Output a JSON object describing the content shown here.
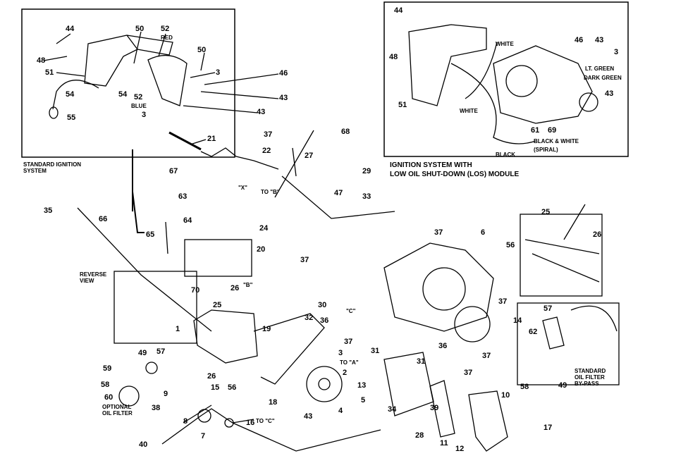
{
  "captions": {
    "standard_ignition": "STANDARD IGNITION\nSYSTEM",
    "los_ignition": "IGNITION SYSTEM WITH\nLOW OIL SHUT-DOWN (LOS) MODULE",
    "reverse_view": "REVERSE\nVIEW",
    "optional_oil_filter": "OPTIONAL\nOIL FILTER",
    "standard_oil_filter_bypass": "STANDARD\nOIL FILTER\nBY-PASS"
  },
  "labels": [
    "44",
    "48",
    "51",
    "50",
    "52",
    "RED",
    "50",
    "3",
    "46",
    "43",
    "54",
    "54",
    "52",
    "BLUE",
    "55",
    "3",
    "43",
    "21",
    "22",
    "37",
    "68",
    "27",
    "29",
    "67",
    "63",
    "47",
    "35",
    "66",
    "65",
    "64",
    "24",
    "33",
    "37",
    "6",
    "20",
    "37",
    "26",
    "25",
    "19",
    "70",
    "1",
    "32",
    "36",
    "30",
    "37",
    "\"C\"",
    "37",
    "14",
    "36",
    "37",
    "31",
    "31",
    "37",
    "3",
    "TO \"A\"",
    "2",
    "13",
    "5",
    "4",
    "43",
    "18",
    "TO \"C\"",
    "16",
    "56",
    "26",
    "15",
    "9",
    "38",
    "8",
    "7",
    "40",
    "49",
    "57",
    "59",
    "58",
    "60",
    "34",
    "39",
    "11",
    "12",
    "28",
    "10",
    "17",
    "58",
    "49",
    "57",
    "62",
    "25",
    "26",
    "56",
    "44",
    "48",
    "51",
    "WHITE",
    "WHITE",
    "46",
    "43",
    "3",
    "LT. GREEN",
    "DARK GREEN",
    "43",
    "61",
    "69",
    "BLACK & WHITE",
    "(SPIRAL)",
    "BLACK",
    "TO \"B\"",
    "\"X\"",
    "\"B\""
  ]
}
